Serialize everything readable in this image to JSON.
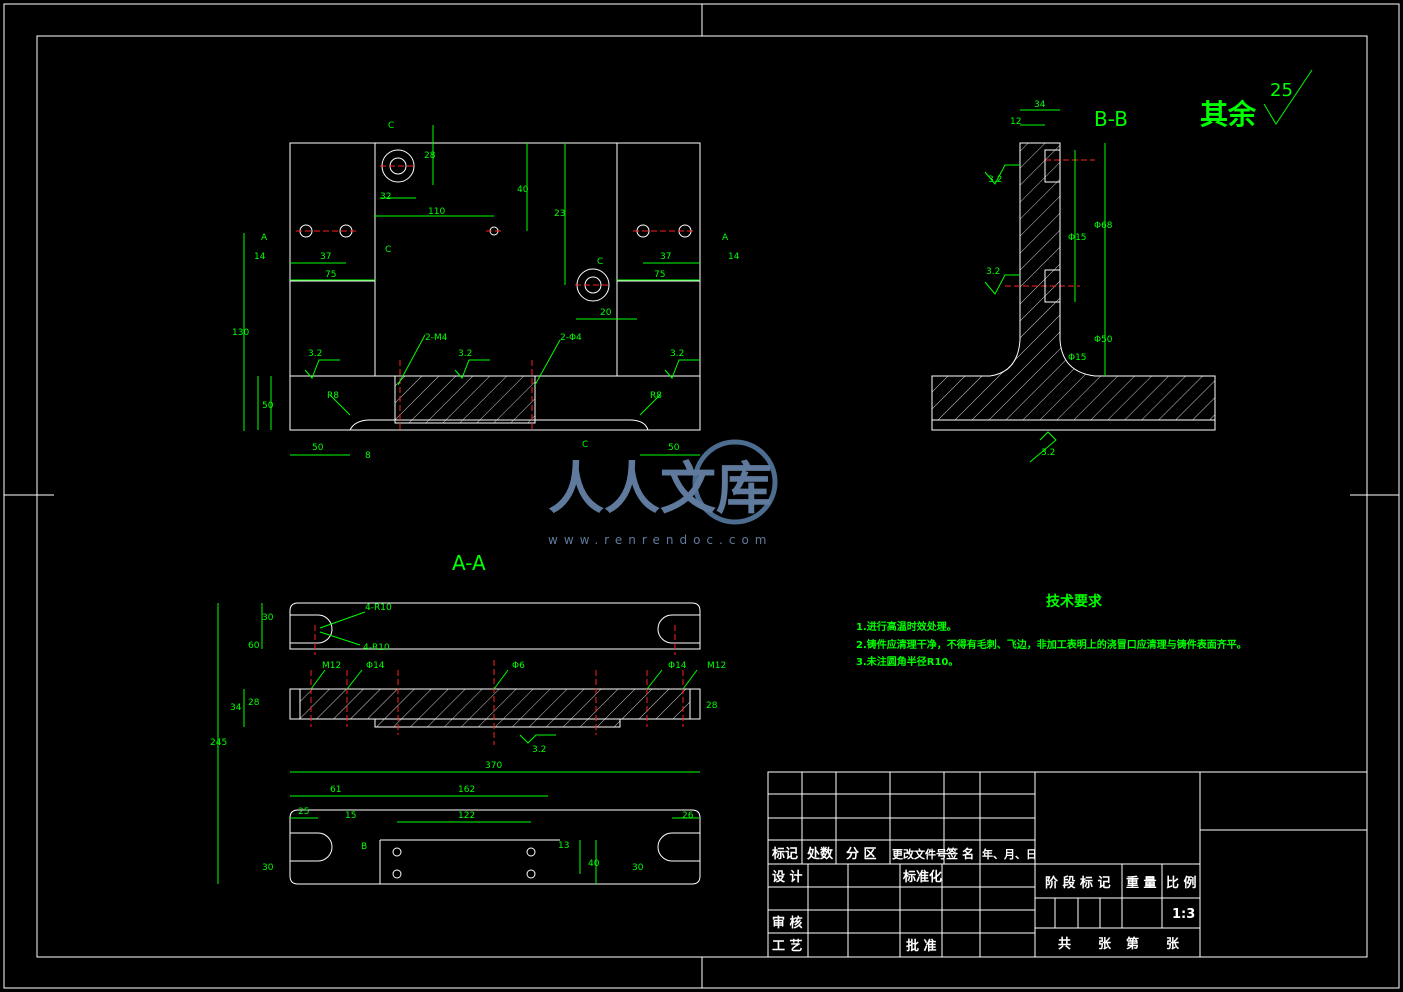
{
  "drawing": {
    "section_aa_label": "A-A",
    "section_bb_label": "B-B",
    "surface_note": {
      "text": "其余",
      "value": "25"
    },
    "roughness": "3.2",
    "tech_requirements": {
      "title": "技术要求",
      "items": [
        "1.进行高温时效处理。",
        "2.铸件应清理干净，不得有毛刺、飞边，非加工表明上的浇冒口应清理与铸件表面齐平。",
        "3.未注圆角半径R10。"
      ]
    },
    "dims_top": [
      "32",
      "110",
      "40",
      "28",
      "20",
      "23",
      "37",
      "75",
      "14",
      "37",
      "75",
      "14",
      "130",
      "50",
      "50",
      "50",
      "8",
      "2-M4",
      "2-Φ4",
      "R8",
      "R8"
    ],
    "dims_aa": [
      "370",
      "61",
      "162",
      "25",
      "15",
      "122",
      "26",
      "30",
      "30",
      "40",
      "13",
      "30",
      "60",
      "245",
      "34",
      "28",
      "M12",
      "Φ14",
      "Φ6",
      "Φ14",
      "M12",
      "4-R10",
      "4-R10",
      "28"
    ],
    "dims_bb": [
      "34",
      "12",
      "Φ15",
      "Φ15",
      "Φ68",
      "Φ50"
    ],
    "view_marks": {
      "a": "A",
      "b": "B",
      "c": "C"
    }
  },
  "title_block": {
    "header": [
      "标记",
      "处数",
      "分 区",
      "更改文件号",
      "签 名",
      "年、月、日"
    ],
    "design": "设 计",
    "standard": "标准化",
    "review": "审 核",
    "process": "工 艺",
    "approve": "批 准",
    "stage_mark": "阶 段 标 记",
    "weight": "重 量",
    "scale_label": "比 例",
    "scale": "1:3",
    "sheet_total": "共",
    "sheet_unit": "张",
    "sheet_no": "第",
    "sheet_unit2": "张"
  },
  "watermark": {
    "text": "人人文库",
    "url": "www.renrendoc.com"
  }
}
